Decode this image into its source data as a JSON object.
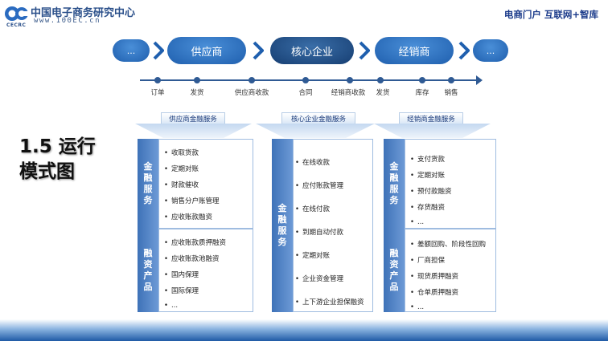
{
  "header": {
    "org_name": "中国电子商务研究中心",
    "org_code": "CECRC",
    "url": "www.100EC.cn",
    "portal": "电商门户  互联网+智库"
  },
  "slide_title": "1.5 运行模式图",
  "flow": {
    "left_ellipsis": "...",
    "supplier": "供应商",
    "core": "核心企业",
    "dealer": "经销商",
    "right_ellipsis": "..."
  },
  "timeline": [
    "订单",
    "发货",
    "供应商收款",
    "合同",
    "经销商收款",
    "发货",
    "库存",
    "销售"
  ],
  "services": {
    "supplier_finance": "供应商金融服务",
    "core_finance": "核心企业金融服务",
    "dealer_finance": "经销商金融服务"
  },
  "panels": {
    "left": {
      "top_side": "金融服务",
      "top_items": [
        "收取货款",
        "定期对账",
        "财款催收",
        "销售分户账管理",
        "应收账款融资"
      ],
      "bottom_side": "融资产品",
      "bottom_items": [
        "应收账款质押融资",
        "应收账款池融资",
        "国内保理",
        "国际保理",
        "..."
      ]
    },
    "middle": {
      "side": "金融服务",
      "items": [
        "在线收款",
        "应付账款管理",
        "在线付款",
        "到期自动付款",
        "定期对账",
        "企业资金管理",
        "上下游企业担保融资"
      ]
    },
    "right": {
      "top_side": "金融服务",
      "top_items": [
        "支付货款",
        "定期对账",
        "预付款融资",
        "存货融资",
        "..."
      ],
      "bottom_side": "融资产品",
      "bottom_items": [
        "差额回购、阶段性回购",
        "厂商担保",
        "现货质押融资",
        "仓单质押融资",
        "..."
      ]
    }
  },
  "colors": {
    "primary": "#1f5fae",
    "core": "#163e72",
    "panel_side": "#3e72b8"
  }
}
